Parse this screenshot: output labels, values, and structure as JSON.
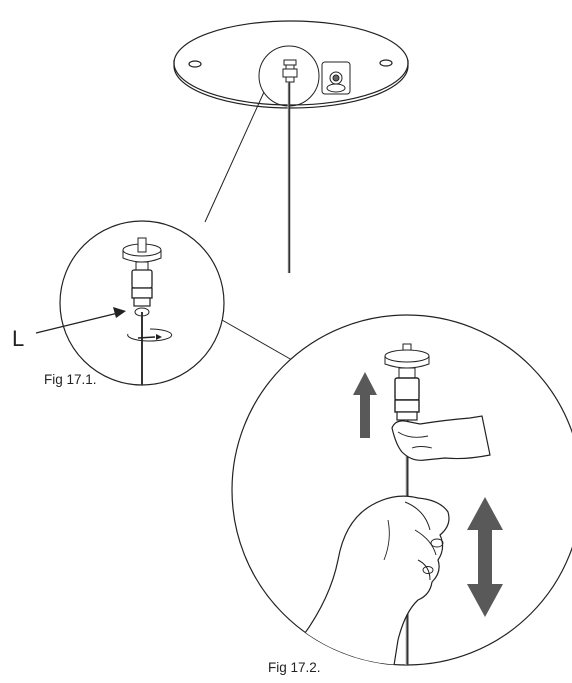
{
  "labels": {
    "part_letter": "L",
    "figure_1": "Fig 17.1.",
    "figure_2": "Fig 17.2."
  },
  "colors": {
    "line": "#222222",
    "arrow_fill": "#595959",
    "background": "#ffffff"
  }
}
